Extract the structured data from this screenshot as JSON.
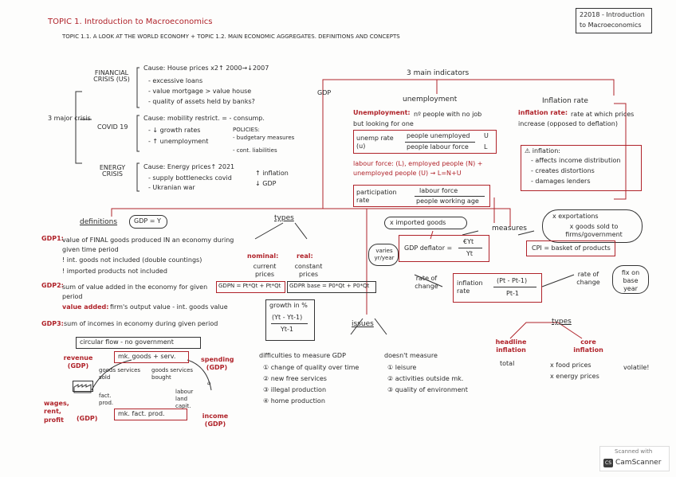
{
  "header": {
    "topic": "TOPIC 1. Introduction to Macroeconomics",
    "subtopic": "TOPIC 1.1. A LOOK AT THE WORLD ECONOMY + TOPIC 1.2. MAIN ECONOMIC AGGREGATES. DEFINITIONS AND CONCEPTS",
    "course_line1": "22018 - Introduction",
    "course_line2": "to Macroeconomics"
  },
  "crises": {
    "label": "3 major crisis",
    "financial": {
      "title": "FINANCIAL CRISIS (US)",
      "cause": "Cause: House prices x2↑ 2000→↓2007",
      "items": [
        "- excessive loans",
        "- value mortgage > value house",
        "- quality of assets held by banks?"
      ]
    },
    "covid": {
      "title": "COVID 19",
      "cause": "Cause: mobility restrict. = - consump.",
      "items": [
        "- ↓ growth rates",
        "- ↑ unemployment"
      ],
      "policies": [
        "POLICIES:",
        "- budgetary measures",
        "- cont. liabilities"
      ]
    },
    "energy": {
      "title": "ENERGY CRISIS",
      "cause": "Cause: Energy prices↑ 2021",
      "items": [
        "- supply bottlenecks covid",
        "- Ukranian war"
      ],
      "effects": [
        "↑ inflation",
        "↓ GDP"
      ]
    }
  },
  "indicators": {
    "title": "3 main indicators",
    "gdp": "GDP",
    "unemployment": {
      "title": "unemployment",
      "def_label": "Unemployment:",
      "def": "nº people with no job but looking for one",
      "rate_label": "unemp rate (u)",
      "rate_num": "people unemployed",
      "rate_den": "people labour force",
      "rate_short_num": "U",
      "rate_short_den": "L",
      "labour_force": "labour force: (L), employed people (N) + unemployed people (U) → L=N+U",
      "participation_label": "participation rate",
      "participation_num": "labour force",
      "participation_den": "people working age"
    },
    "inflation": {
      "title": "Inflation rate",
      "def_label": "inflation rate:",
      "def": "rate at which prices increase (opposed to deflation)",
      "warning": "⚠ inflation:",
      "items": [
        "- affects income distribution",
        "- creates distortions",
        "- damages lenders"
      ]
    }
  },
  "gdp_section": {
    "definitions_label": "definitions",
    "gdp_y": "GDP = Y",
    "gdp1_label": "GDP1:",
    "gdp1": "value of FINAL goods produced IN an economy during given time period",
    "gdp1_notes": [
      "! int. goods not included (double countings)",
      "! imported products not included"
    ],
    "gdp2_label": "GDP2:",
    "gdp2": "sum of value added in the economy for given period",
    "value_added_label": "value added:",
    "value_added": "firm's output value - int. goods value",
    "gdp3_label": "GDP3:",
    "gdp3": "sum of incomes in economy during given period",
    "types_label": "types",
    "nominal": {
      "title": "nominal:",
      "desc": "current prices",
      "formula": "GDPN = Pt*Qt + Pt*Qt"
    },
    "real": {
      "title": "real:",
      "desc": "constant prices",
      "formula": "GDPR base = P0*Qt + P0*Qt"
    },
    "growth": {
      "title": "growth in %",
      "num": "(Yt - Yt-1)",
      "den": "Yt-1"
    },
    "issues_label": "issues",
    "difficulties": {
      "title": "difficulties to measure GDP",
      "items": [
        "① change of quality over time",
        "② new free services",
        "③ illegal production",
        "④ home production"
      ]
    },
    "doesnt_measure": {
      "title": "doesn't measure",
      "items": [
        "① leisure",
        "② activities outside mk.",
        "③ quality of environment"
      ]
    }
  },
  "circular_flow": {
    "title": "circular flow - no government",
    "market_goods": "mk. goods + serv.",
    "market_fact": "mk. fact. prod.",
    "revenue": "revenue (GDP)",
    "spending": "spending (GDP)",
    "goods_sold": "goods services sold",
    "goods_bought": "goods services bought",
    "fact_prod": "fact. prod.",
    "labour": "labour land capit.",
    "wages": "wages, rent, profit",
    "wages_gdp": "(GDP)",
    "income": "income (GDP)"
  },
  "measures": {
    "label": "measures",
    "imported": "x imported goods",
    "exportations": "x exportations",
    "x_goods": "x goods sold to firms/government",
    "gdp_deflator_label": "GDP deflator =",
    "gdp_deflator_num": "€Yt",
    "gdp_deflator_den": "Yt",
    "varies": "varies yr/year",
    "cpi": "CPI = basket of products",
    "fix_base": "fix on base year",
    "rate_change_left": "rate of change",
    "rate_change_right": "rate of change",
    "inflation_rate_label": "inflation rate",
    "inflation_rate_num": "(Pt - Pt-1)",
    "inflation_rate_den": "Pt-1",
    "types_label": "types",
    "headline": "headline inflation",
    "headline_desc": "total",
    "core": "core inflation",
    "core_items": [
      "x food prices",
      "x energy prices"
    ],
    "volatile": "volatile!"
  },
  "scanner": {
    "top": "Scanned with",
    "brand": "CamScanner"
  }
}
